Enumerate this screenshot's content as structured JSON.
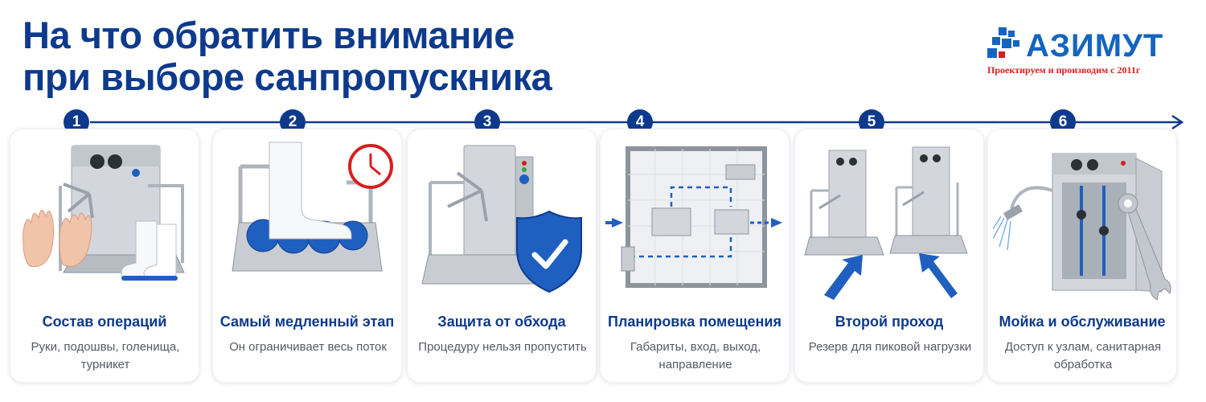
{
  "header": {
    "title_line1": "На что обратить внимание",
    "title_line2": "при выборе санпропускника"
  },
  "brand": {
    "name": "АЗИМУТ",
    "tagline": "Проектируем и производим с 2011г",
    "color_primary": "#1565c0",
    "color_tagline": "#d81e1e"
  },
  "colors": {
    "accent": "#0d3a8c",
    "steel": "#c7ccd3",
    "brush_blue": "#1f5fbf"
  },
  "steps": [
    {
      "number": "1",
      "title": "Состав операций",
      "description": "Руки, подошвы, голенища, турникет",
      "icon": "hands-boots-turnstile-icon"
    },
    {
      "number": "2",
      "title": "Самый медленный этап",
      "description": "Он ограничивает весь поток",
      "icon": "boot-washer-clock-icon"
    },
    {
      "number": "3",
      "title": "Защита от обхода",
      "description": "Процедуру нельзя пропустить",
      "icon": "turnstile-shield-icon"
    },
    {
      "number": "4",
      "title": "Планировка помещения",
      "description": "Габариты, вход, выход, направление",
      "icon": "room-floor-plan-icon"
    },
    {
      "number": "5",
      "title": "Второй проход",
      "description": "Резерв для пиковой нагрузки",
      "icon": "two-turnstiles-icon"
    },
    {
      "number": "6",
      "title": "Мойка и обслуживание",
      "description": "Доступ к узлам, санитарная обработка",
      "icon": "open-cabinet-wrench-icon"
    }
  ]
}
